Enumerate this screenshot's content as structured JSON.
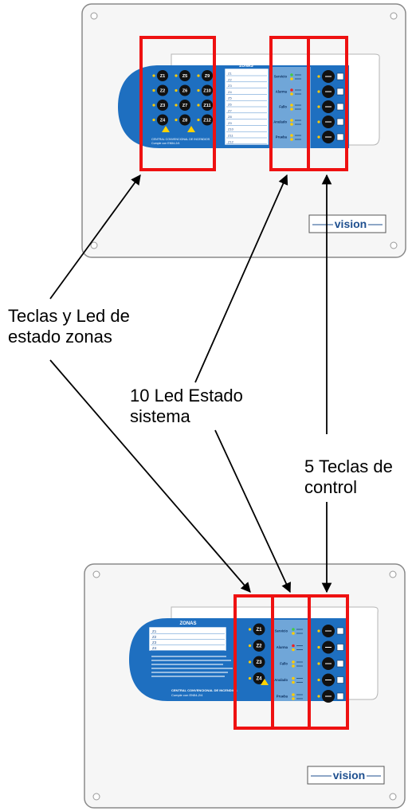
{
  "panel_top": {
    "zones_header": "ZONAS",
    "zone_list": [
      "Z1",
      "Z2",
      "Z3",
      "Z4",
      "Z5",
      "Z6",
      "Z7",
      "Z8",
      "Z9",
      "Z10",
      "Z11",
      "Z12"
    ],
    "zone_buttons": [
      "Z1",
      "Z5",
      "Z9",
      "Z2",
      "Z6",
      "Z10",
      "Z3",
      "Z7",
      "Z11",
      "Z4",
      "Z8",
      "Z12"
    ],
    "status_labels": [
      "Servicio",
      "Alarma",
      "Fallo",
      "Anulado",
      "Prueba"
    ],
    "footer_line1": "CENTRAL CONVENCIONAL DE INCENDIOS",
    "footer_line2": "Cumple con EN54-2/4",
    "logo": "vision"
  },
  "panel_bottom": {
    "zones_header": "ZONAS",
    "zone_list": [
      "Z1",
      "Z2",
      "Z3",
      "Z4"
    ],
    "zone_buttons": [
      "Z1",
      "Z2",
      "Z3",
      "Z4"
    ],
    "status_labels": [
      "Servicio",
      "Alarma",
      "Fallo",
      "Anulado",
      "Prueba"
    ],
    "footer_line1": "CENTRAL CONVENCIONAL DE INCENDIOS",
    "footer_line2": "Cumple con EN54-2/4",
    "logo": "vision"
  },
  "callouts": {
    "zones": "Teclas y Led de\nestado zonas",
    "leds": "10 Led Estado\nsistema",
    "keys": "5 Teclas de\ncontrol"
  },
  "colors": {
    "highlight": "#ee1111",
    "panel_blue": "#1e6fc0",
    "membrane_blue": "#7fb0dc",
    "logo_accent": "#d63a1a"
  }
}
